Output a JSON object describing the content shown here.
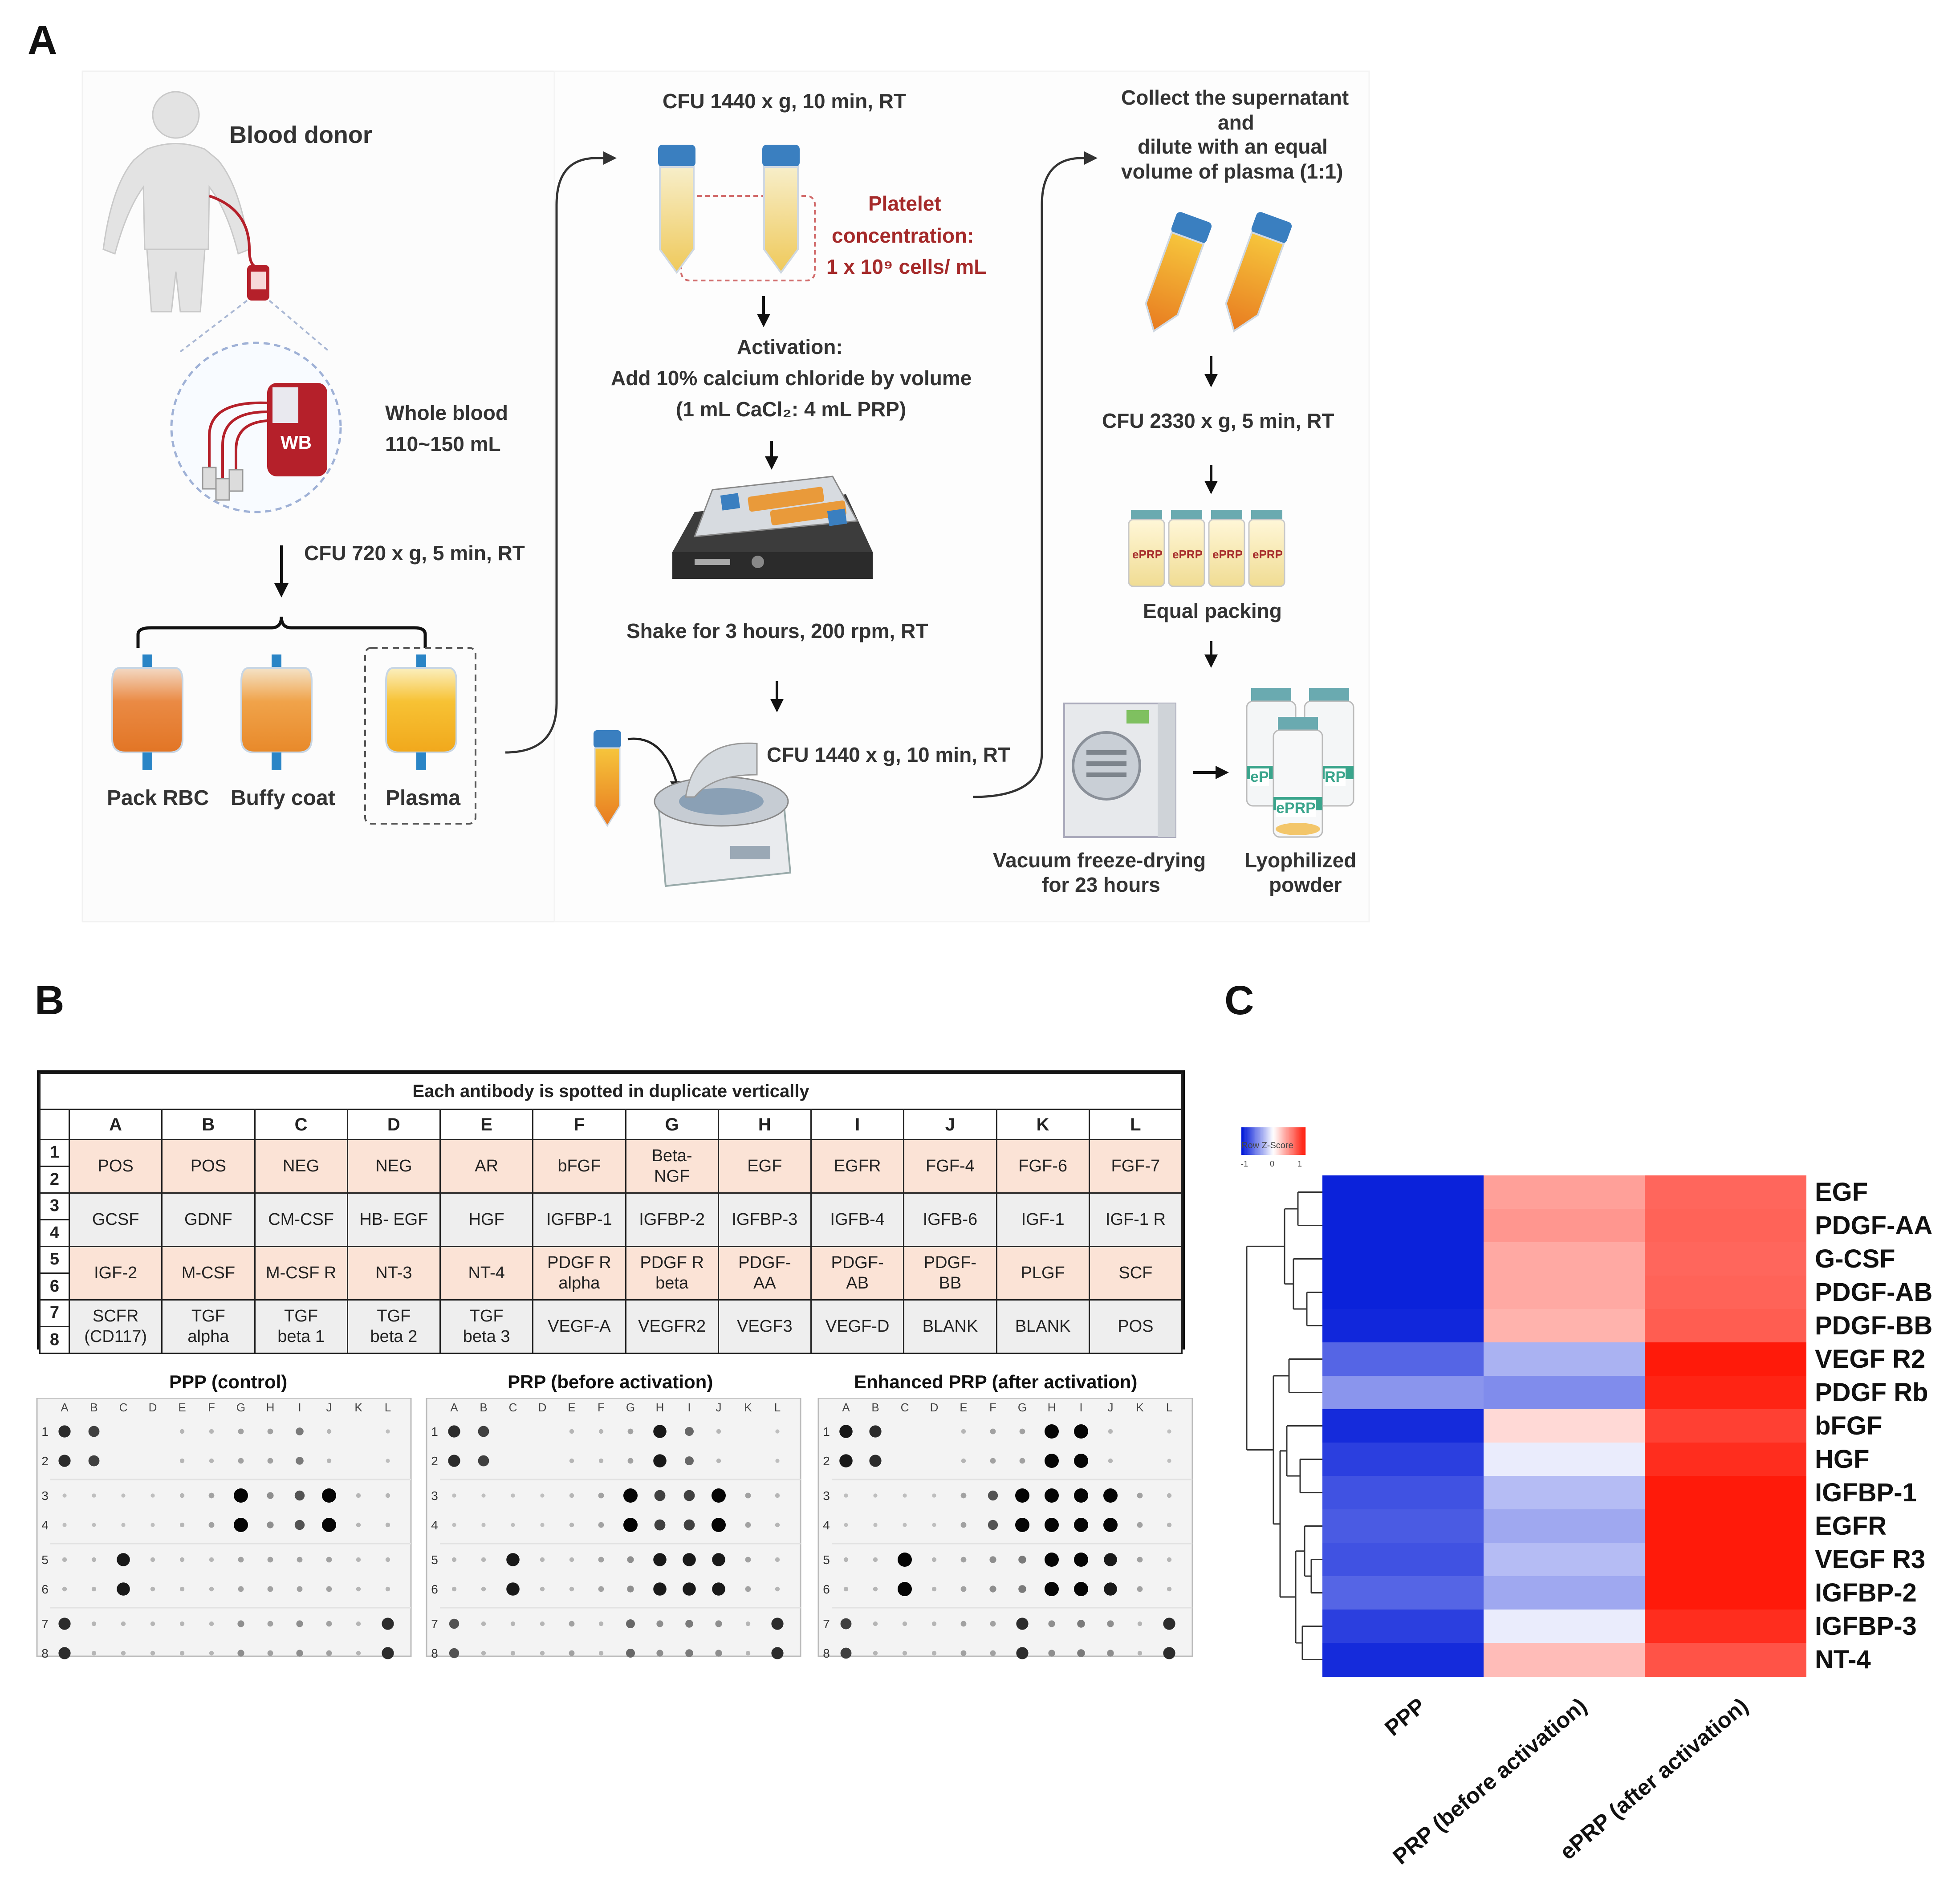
{
  "panels": {
    "a": "A",
    "b": "B",
    "c": "C"
  },
  "workflow": {
    "blood_donor": "Blood donor",
    "whole_blood_line1": "Whole blood",
    "whole_blood_line2": "110~150 mL",
    "wb_bag_label": "WB",
    "cfu_720": "CFU 720 x g, 5 min, RT",
    "pack_rbc": "Pack RBC",
    "buffy_coat": "Buffy coat",
    "plasma": "Plasma",
    "cfu_1440_top": "CFU 1440 x g, 10 min, RT",
    "platelet_line1": "Platelet",
    "platelet_line2": "concentration:",
    "platelet_line3": "1 x 10⁹ cells/ mL",
    "activation_line1": "Activation:",
    "activation_line2": "Add 10% calcium chloride by volume",
    "activation_line3": "(1 mL CaCl₂: 4 mL PRP)",
    "shake": "Shake for 3 hours, 200 rpm, RT",
    "cfu_1440_bottom": "CFU 1440 x g, 10 min, RT",
    "collect_line1": "Collect the supernatant",
    "collect_line2": "and",
    "collect_line3": "dilute with an equal",
    "collect_line4": "volume of plasma (1:1)",
    "cfu_2330": "CFU 2330 x g, 5 min, RT",
    "vial_label": "ePRP",
    "equal_packing": "Equal packing",
    "freeze_line1": "Vacuum freeze-drying",
    "freeze_line2": "for 23 hours",
    "lyo_line1": "Lyophilized",
    "lyo_line2": "powder",
    "lyo_vial_left": "eP",
    "lyo_vial_right": "RP",
    "lyo_vial_front": "ePRP"
  },
  "table": {
    "title": "Each antibody is spotted in duplicate vertically",
    "columns": [
      "A",
      "B",
      "C",
      "D",
      "E",
      "F",
      "G",
      "H",
      "I",
      "J",
      "K",
      "L"
    ],
    "rows": [
      {
        "nums": [
          "1",
          "2"
        ],
        "style": "peach",
        "cells": [
          "POS",
          "POS",
          "NEG",
          "NEG",
          "AR",
          "bFGF",
          "Beta-\nNGF",
          "EGF",
          "EGFR",
          "FGF-4",
          "FGF-6",
          "FGF-7"
        ]
      },
      {
        "nums": [
          "3",
          "4"
        ],
        "style": "gray",
        "cells": [
          "GCSF",
          "GDNF",
          "CM-CSF",
          "HB- EGF",
          "HGF",
          "IGFBP-1",
          "IGFBP-2",
          "IGFBP-3",
          "IGFB-4",
          "IGFB-6",
          "IGF-1",
          "IGF-1 R"
        ]
      },
      {
        "nums": [
          "5",
          "6"
        ],
        "style": "peach",
        "cells": [
          "IGF-2",
          "M-CSF",
          "M-CSF R",
          "NT-3",
          "NT-4",
          "PDGF R\nalpha",
          "PDGF R\nbeta",
          "PDGF-\nAA",
          "PDGF-\nAB",
          "PDGF-\nBB",
          "PLGF",
          "SCF"
        ]
      },
      {
        "nums": [
          "7",
          "8"
        ],
        "style": "gray",
        "cells": [
          "SCFR\n(CD117)",
          "TGF\nalpha",
          "TGF\nbeta 1",
          "TGF\nbeta 2",
          "TGF\nbeta 3",
          "VEGF-A",
          "VEGFR2",
          "VEGF3",
          "VEGF-D",
          "BLANK",
          "BLANK",
          "POS"
        ]
      }
    ]
  },
  "blots": {
    "titles": [
      "PPP (control)",
      "PRP (before activation)",
      "Enhanced PRP (after activation)"
    ],
    "col_letters": [
      "A",
      "B",
      "C",
      "D",
      "E",
      "F",
      "G",
      "H",
      "I",
      "J",
      "K",
      "L"
    ],
    "row_numbers": [
      "1",
      "2",
      "3",
      "4",
      "5",
      "6",
      "7",
      "8"
    ],
    "intensity": [
      [
        [
          0.8,
          0.7,
          0,
          0,
          0.1,
          0.1,
          0.2,
          0.2,
          0.4,
          0.1,
          0,
          0.05
        ],
        [
          0.8,
          0.7,
          0,
          0,
          0.1,
          0.1,
          0.2,
          0.2,
          0.4,
          0.1,
          0,
          0.05
        ],
        [
          0.05,
          0.05,
          0.05,
          0.05,
          0.1,
          0.2,
          1.0,
          0.3,
          0.6,
          1.0,
          0.1,
          0.1
        ],
        [
          0.05,
          0.05,
          0.05,
          0.05,
          0.1,
          0.2,
          1.0,
          0.3,
          0.6,
          1.0,
          0.1,
          0.1
        ],
        [
          0.1,
          0.1,
          0.9,
          0.1,
          0.1,
          0.1,
          0.2,
          0.2,
          0.2,
          0.2,
          0.1,
          0.1
        ],
        [
          0.1,
          0.1,
          0.9,
          0.1,
          0.1,
          0.1,
          0.2,
          0.2,
          0.2,
          0.2,
          0.1,
          0.1
        ],
        [
          0.8,
          0.1,
          0.1,
          0.1,
          0.1,
          0.1,
          0.3,
          0.2,
          0.3,
          0.2,
          0.1,
          0.8
        ],
        [
          0.8,
          0.1,
          0.1,
          0.1,
          0.1,
          0.1,
          0.3,
          0.2,
          0.3,
          0.2,
          0.1,
          0.8
        ]
      ],
      [
        [
          0.8,
          0.7,
          0,
          0,
          0.1,
          0.1,
          0.2,
          0.9,
          0.5,
          0.1,
          0,
          0.05
        ],
        [
          0.8,
          0.7,
          0,
          0,
          0.1,
          0.1,
          0.2,
          0.9,
          0.5,
          0.1,
          0,
          0.05
        ],
        [
          0.05,
          0.05,
          0.05,
          0.05,
          0.1,
          0.2,
          1.0,
          0.7,
          0.7,
          1.0,
          0.2,
          0.1
        ],
        [
          0.05,
          0.05,
          0.05,
          0.05,
          0.1,
          0.2,
          1.0,
          0.7,
          0.7,
          1.0,
          0.2,
          0.1
        ],
        [
          0.1,
          0.1,
          0.9,
          0.1,
          0.1,
          0.2,
          0.3,
          0.9,
          0.9,
          0.9,
          0.2,
          0.1
        ],
        [
          0.1,
          0.1,
          0.9,
          0.1,
          0.1,
          0.2,
          0.3,
          0.9,
          0.9,
          0.9,
          0.2,
          0.1
        ],
        [
          0.6,
          0.1,
          0.1,
          0.1,
          0.2,
          0.1,
          0.5,
          0.3,
          0.4,
          0.3,
          0.1,
          0.8
        ],
        [
          0.6,
          0.1,
          0.1,
          0.1,
          0.2,
          0.1,
          0.5,
          0.3,
          0.4,
          0.3,
          0.1,
          0.8
        ]
      ],
      [
        [
          0.9,
          0.8,
          0,
          0,
          0.1,
          0.2,
          0.2,
          1.0,
          1.0,
          0.1,
          0,
          0.05
        ],
        [
          0.9,
          0.8,
          0,
          0,
          0.1,
          0.2,
          0.2,
          1.0,
          1.0,
          0.1,
          0,
          0.05
        ],
        [
          0.05,
          0.05,
          0.05,
          0.05,
          0.2,
          0.6,
          1.0,
          1.0,
          1.0,
          1.0,
          0.2,
          0.1
        ],
        [
          0.05,
          0.05,
          0.05,
          0.05,
          0.2,
          0.6,
          1.0,
          1.0,
          1.0,
          1.0,
          0.2,
          0.1
        ],
        [
          0.1,
          0.1,
          1.0,
          0.1,
          0.2,
          0.3,
          0.4,
          1.0,
          1.0,
          0.9,
          0.2,
          0.1
        ],
        [
          0.1,
          0.1,
          1.0,
          0.1,
          0.2,
          0.3,
          0.4,
          1.0,
          1.0,
          0.9,
          0.2,
          0.1
        ],
        [
          0.7,
          0.1,
          0.1,
          0.1,
          0.2,
          0.2,
          0.8,
          0.3,
          0.4,
          0.3,
          0.1,
          0.8
        ],
        [
          0.7,
          0.1,
          0.1,
          0.1,
          0.2,
          0.2,
          0.8,
          0.3,
          0.4,
          0.3,
          0.1,
          0.8
        ]
      ]
    ]
  },
  "chart_data": {
    "type": "heatmap",
    "colorkey_ticks": [
      "-1",
      "0",
      "1"
    ],
    "colorkey_label": "Row Z-Score",
    "columns": [
      "PPP",
      "PRP (before activation)",
      "ePRP (after activation)"
    ],
    "rows": [
      "EGF",
      "PDGF-AA",
      "G-CSF",
      "PDGF-AB",
      "PDGF-BB",
      "VEGF R2",
      "PDGF Rb",
      "bFGF",
      "HGF",
      "IGFBP-1",
      "EGFR",
      "VEGF R3",
      "IGFBP-2",
      "IGFBP-3",
      "NT-4"
    ],
    "z": [
      [
        -1.15,
        0.5,
        0.8
      ],
      [
        -1.15,
        0.55,
        0.82
      ],
      [
        -1.15,
        0.45,
        0.8
      ],
      [
        -1.15,
        0.45,
        0.82
      ],
      [
        -1.12,
        0.4,
        0.85
      ],
      [
        -0.8,
        -0.4,
        1.2
      ],
      [
        -0.55,
        -0.6,
        1.15
      ],
      [
        -1.1,
        0.2,
        1.0
      ],
      [
        -1.0,
        -0.1,
        1.1
      ],
      [
        -0.9,
        -0.35,
        1.2
      ],
      [
        -0.85,
        -0.45,
        1.2
      ],
      [
        -0.9,
        -0.35,
        1.2
      ],
      [
        -0.8,
        -0.45,
        1.2
      ],
      [
        -1.0,
        -0.1,
        1.1
      ],
      [
        -1.1,
        0.35,
        0.9
      ]
    ],
    "color_low": "#0018d8",
    "color_mid": "#ffffff",
    "color_high": "#ff1a0a"
  },
  "colors": {
    "red_text": "#a52a2a",
    "peach": "#fbe3d6",
    "gray": "#eeeeee",
    "blood": "#b5202a",
    "tube_cap": "#3a7fc0",
    "plasma_yellow": "#f2b62a",
    "rbc_orange": "#e9803a"
  }
}
